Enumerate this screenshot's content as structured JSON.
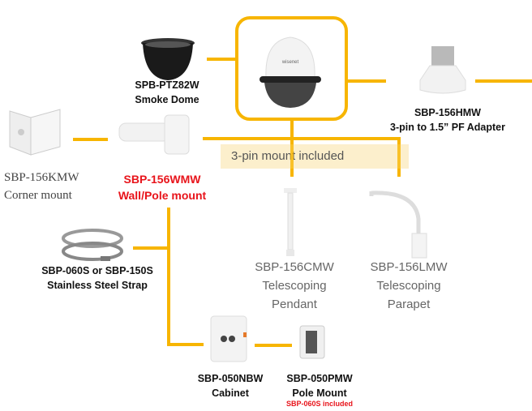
{
  "accent": "#f7b500",
  "camera": {
    "brand_text": "wisenet"
  },
  "smoke_dome": {
    "model": "SPB-PTZ82W",
    "name": "Smoke Dome"
  },
  "adapter": {
    "model": "SBP-156HMW",
    "name": "3-pin to 1.5” PF Adapter"
  },
  "corner": {
    "model": "SBP-156KMW",
    "name": "Corner mount"
  },
  "wall": {
    "model": "SBP-156WMW",
    "name": "Wall/Pole mount"
  },
  "band": {
    "text": "3-pin mount included"
  },
  "pendant": {
    "model": "SBP-156CMW",
    "line1": "Telescoping",
    "line2": "Pendant"
  },
  "parapet": {
    "model": "SBP-156LMW",
    "line1": "Telescoping",
    "line2": "Parapet"
  },
  "strap": {
    "model": "SBP-060S or SBP-150S",
    "name": "Stainless Steel Strap"
  },
  "cabinet": {
    "model": "SBP-050NBW",
    "name": "Cabinet"
  },
  "pole": {
    "model": "SBP-050PMW",
    "name": "Pole Mount",
    "note": "SBP-060S included"
  }
}
